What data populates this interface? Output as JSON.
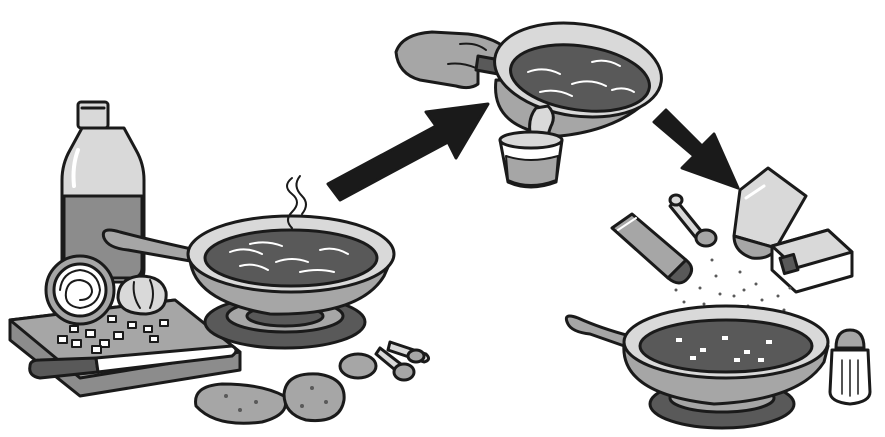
{
  "illustration": {
    "steps": [
      {
        "id": "cook",
        "elements": [
          "oil-bottle",
          "onion",
          "garlic",
          "cutting-board",
          "knife",
          "skillet",
          "stove-burner",
          "steam",
          "measuring-spoons",
          "potatoes"
        ]
      },
      {
        "id": "drain",
        "elements": [
          "hand",
          "skillet",
          "drained-fat",
          "cup"
        ]
      },
      {
        "id": "season",
        "elements": [
          "spice-shaker",
          "measuring-spoon",
          "spice-shaker",
          "spice-box",
          "skillet",
          "stove-burner",
          "salt-shaker"
        ]
      }
    ],
    "arrows": [
      "arrow-cook-to-drain",
      "arrow-drain-to-season"
    ],
    "colors": {
      "outline": "#1a1a1a",
      "dark_fill": "#595959",
      "mid_fill": "#a6a6a6",
      "light_fill": "#d9d9d9",
      "white": "#ffffff",
      "bottle_fill": "#8c8c8c"
    }
  }
}
